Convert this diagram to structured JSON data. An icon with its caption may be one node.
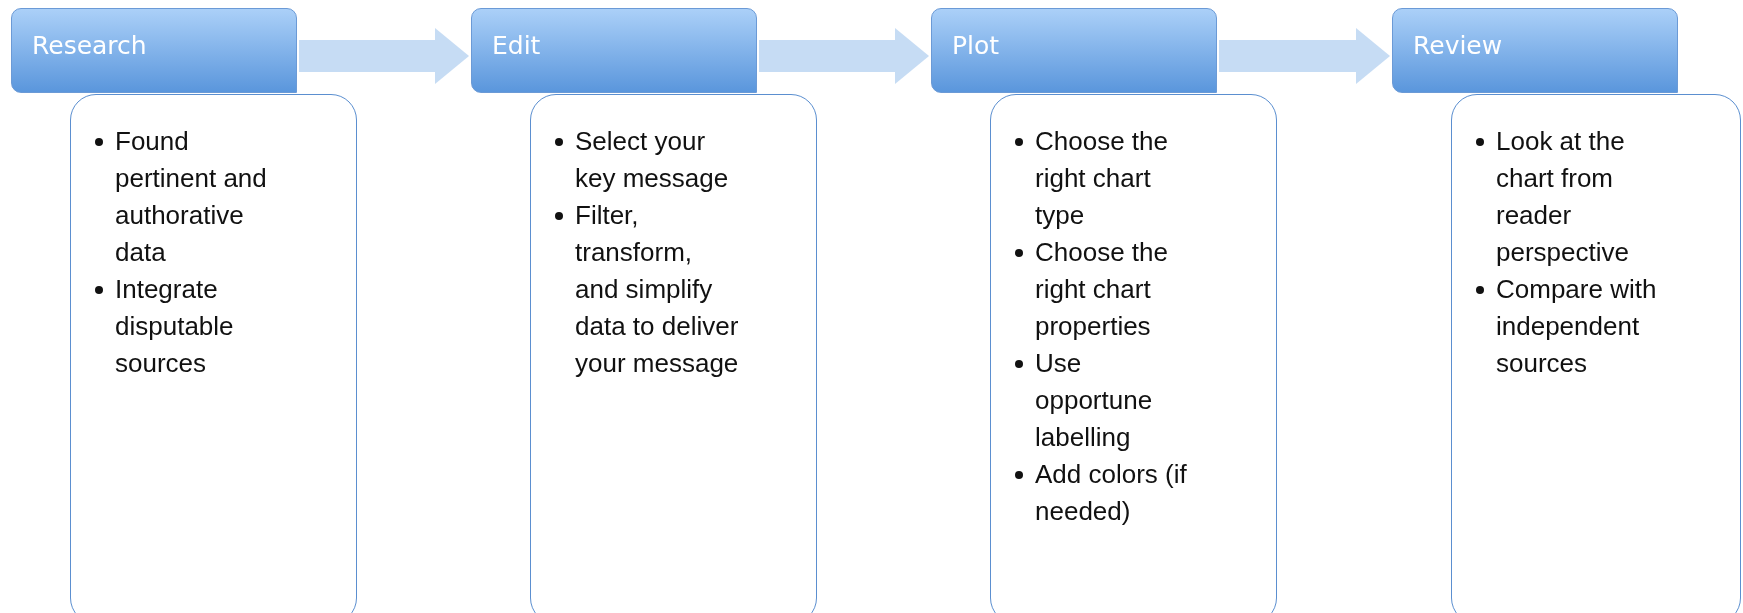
{
  "diagram": {
    "nodes": [
      {
        "text": [
          "Research"
        ]
      },
      {
        "text": [
          "Found pertinent and authorative data",
          "Integrate disputable sources"
        ]
      },
      {
        "text": [
          "Edit"
        ]
      },
      {
        "text": [
          "Select your key message",
          "Filter, transform, and simplify data to deliver your message"
        ]
      },
      {
        "text": [
          "Plot"
        ]
      },
      {
        "text": [
          "Choose the right chart type",
          "Choose the right chart properties",
          "Use opportune labelling",
          "Add colors (if needed)"
        ]
      },
      {
        "text": [
          "Review"
        ]
      },
      {
        "text": [
          "Look at the chart from reader perspective",
          "Compare with independent sources"
        ]
      }
    ],
    "edges": [
      {
        "from": 0,
        "to": 2,
        "arrow": "to"
      },
      {
        "from": 2,
        "to": 4,
        "arrow": "to"
      },
      {
        "from": 4,
        "to": 6,
        "arrow": "to"
      }
    ]
  }
}
